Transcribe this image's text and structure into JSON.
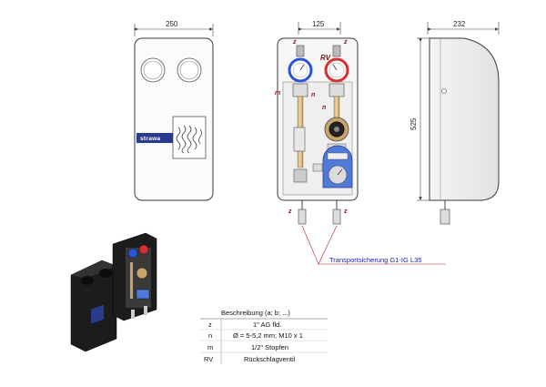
{
  "dimensions": {
    "front_width": "250",
    "unit_width": "125",
    "side_depth": "232",
    "height": "525"
  },
  "brand": "strawa",
  "labels": {
    "z": "z",
    "RV": "RV",
    "m": "m",
    "n": "n"
  },
  "transport_note": "Transportsicherung G1-IG L35",
  "legend": {
    "header": "Beschreibung (a; b; ...)",
    "rows": [
      {
        "key": "z",
        "desc": "1\" AG fld."
      },
      {
        "key": "n",
        "desc": "Ø = 5-5,2 mm; M10 x 1"
      },
      {
        "key": "m",
        "desc": "1/2\" Stopfen"
      },
      {
        "key": "RV",
        "desc": "Rückschlagventil"
      }
    ]
  },
  "colors": {
    "outline": "#3a3a3a",
    "label_red": "#8a1010",
    "note_blue": "#1a1aa8",
    "gauge_blue": "#2a55d8",
    "gauge_red": "#d83030",
    "insulation": "#1c1c1c"
  }
}
